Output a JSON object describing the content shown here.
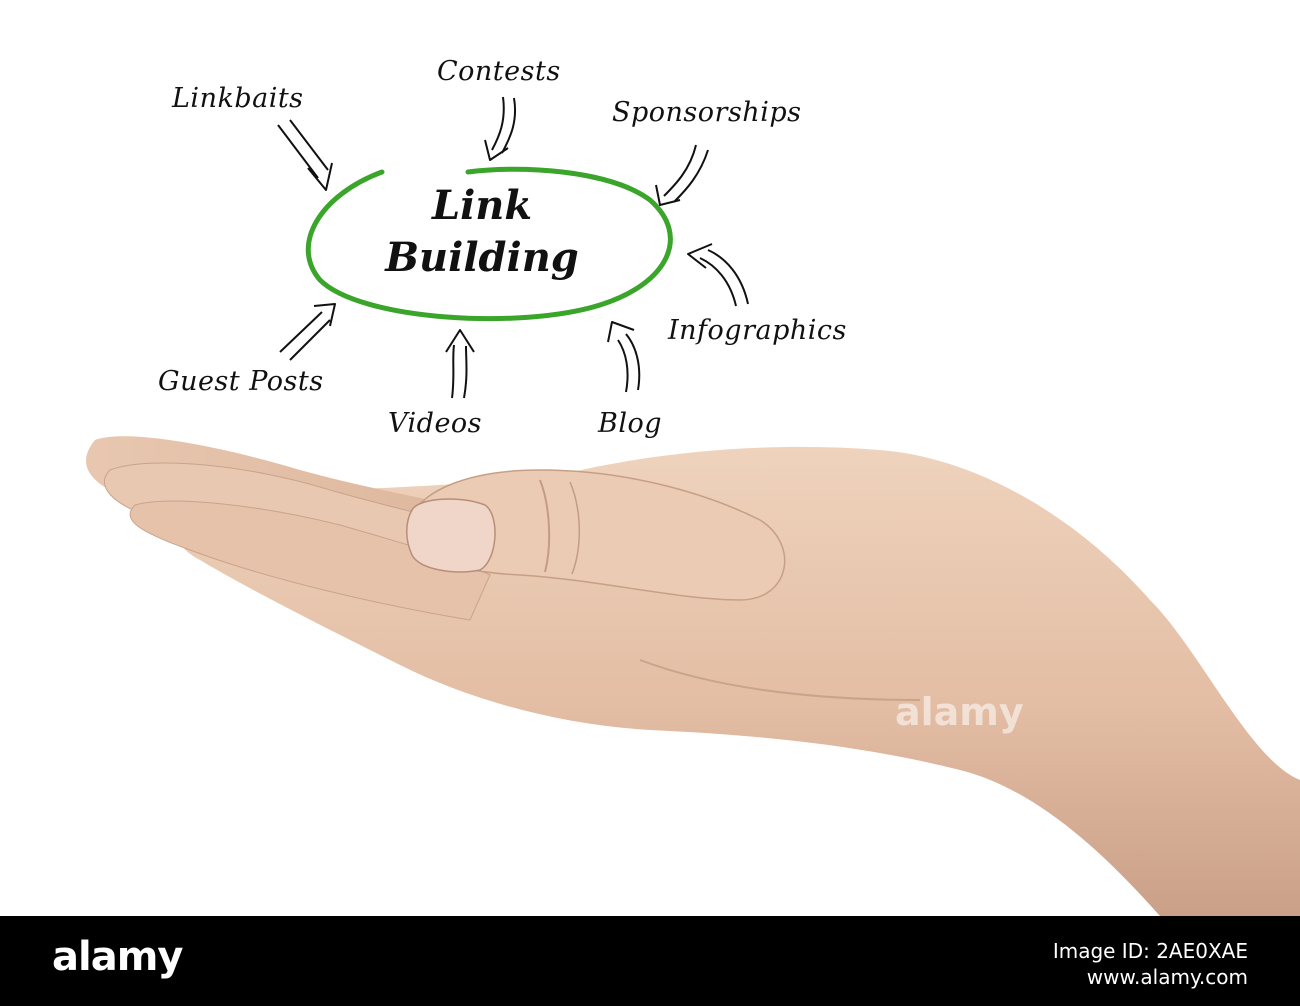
{
  "diagram": {
    "center": {
      "line1": "Link",
      "line2": "Building"
    },
    "nodes": {
      "linkbaits": "Linkbaits",
      "contests": "Contests",
      "sponsorships": "Sponsorships",
      "infographics": "Infographics",
      "blog": "Blog",
      "videos": "Videos",
      "guest_posts": "Guest Posts"
    },
    "ellipse_color": "#3aa52a",
    "text_color": "#111111"
  },
  "watermark": {
    "text": "alamy"
  },
  "footer": {
    "logo": "alamy",
    "image_id_line": "Image ID: 2AE0XAE",
    "url_line": "www.alamy.com"
  }
}
